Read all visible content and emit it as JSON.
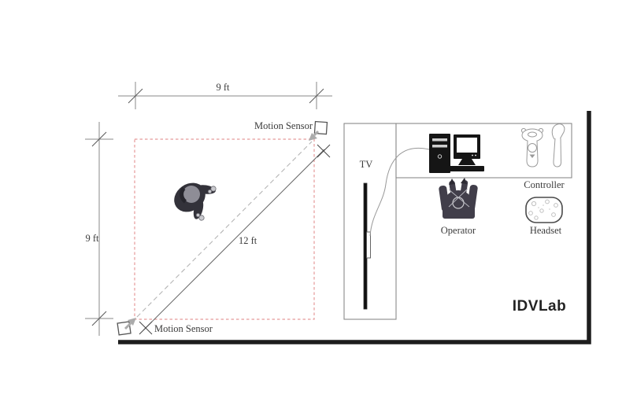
{
  "colors": {
    "pink_dashed": "#e59a9a",
    "wall_black": "#1d1d1d",
    "line_grey": "#8a8a8a",
    "text_dark": "#3b3b3b"
  },
  "dimensions": {
    "top_width": "9 ft",
    "left_height": "9 ft",
    "diagonal": "12 ft"
  },
  "sensors": {
    "top_right_label": "Motion Sensor",
    "bottom_left_label": "Motion Sensor"
  },
  "equipment": {
    "tv_label": "TV",
    "controller_label": "Controller",
    "operator_label": "Operator",
    "headset_label": "Headset"
  },
  "brand": {
    "label": "IDVLab"
  }
}
